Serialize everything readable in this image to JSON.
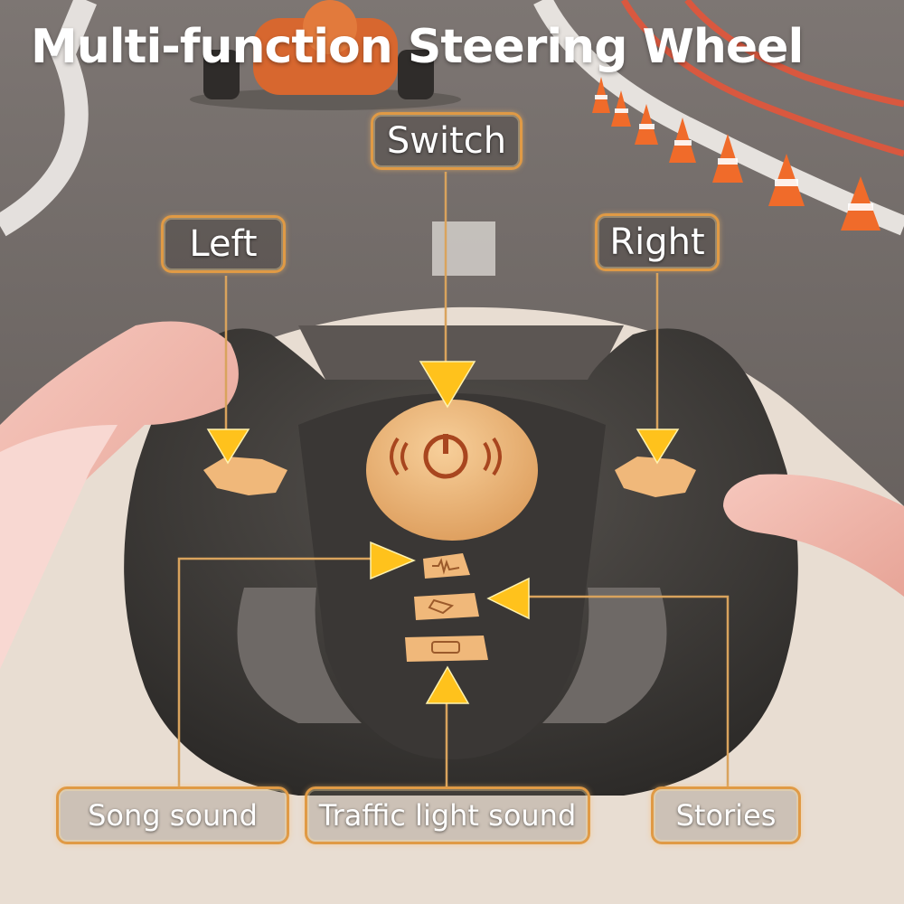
{
  "title": "Multi-function Steering Wheel",
  "labels": {
    "switch": "Switch",
    "left": "Left",
    "right": "Right",
    "song_sound": "Song sound",
    "traffic_light_sound": "Traffic light sound",
    "stories": "Stories"
  },
  "colors": {
    "accent": "#e09a45",
    "arrow": "#ffc21c",
    "button": "#f0b87a",
    "wheel": "#3d3a37"
  }
}
